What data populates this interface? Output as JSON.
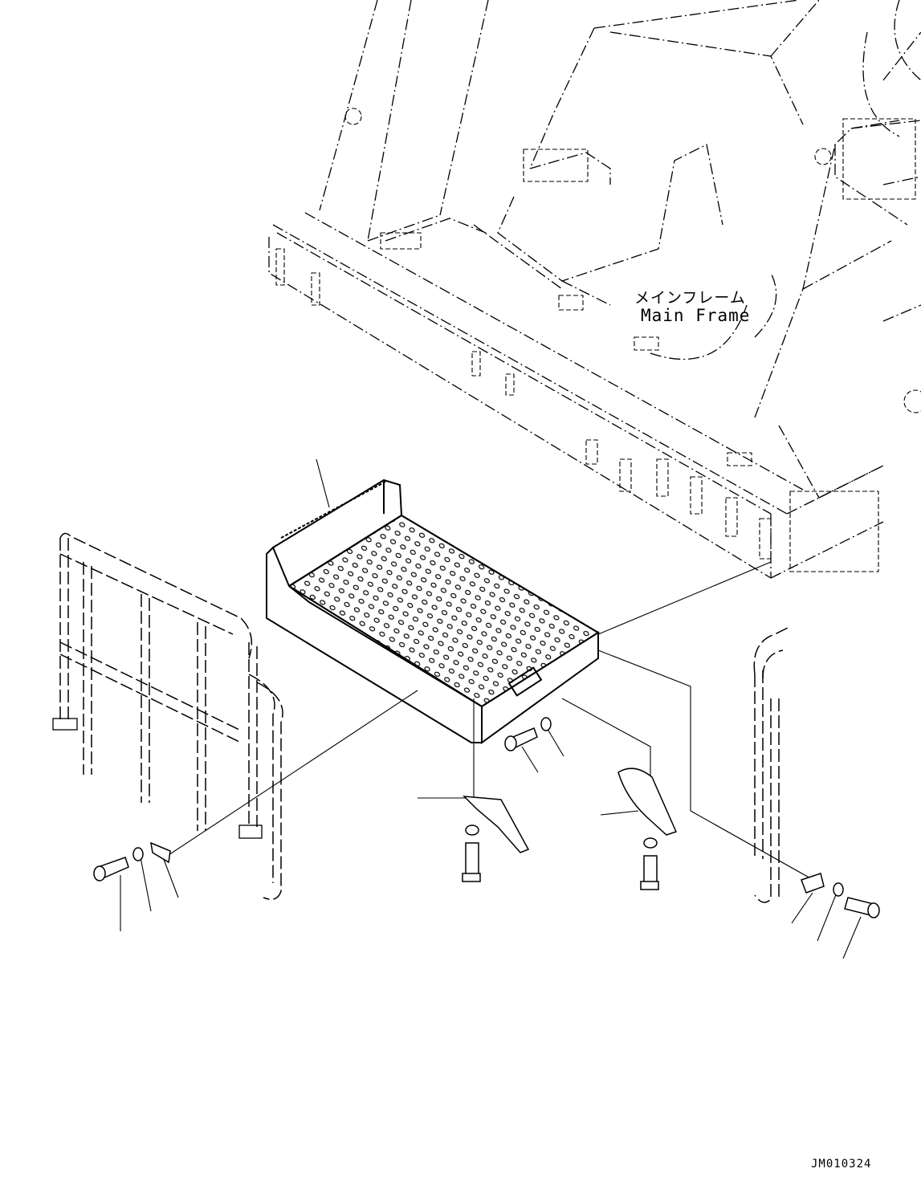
{
  "main_frame_label": {
    "japanese": "メインフレーム",
    "english": "Main Frame"
  },
  "drawing_code": "JM010324",
  "icons": {
    "step": "perforated-step-icon",
    "handrail_left": "handrail-icon",
    "handrail_right": "handrail-icon",
    "bolt": "bolt-icon",
    "washer": "washer-icon",
    "clamp": "clamp-icon",
    "bracket": "bracket-icon"
  },
  "colors": {
    "line": "#000000",
    "background": "#ffffff"
  }
}
